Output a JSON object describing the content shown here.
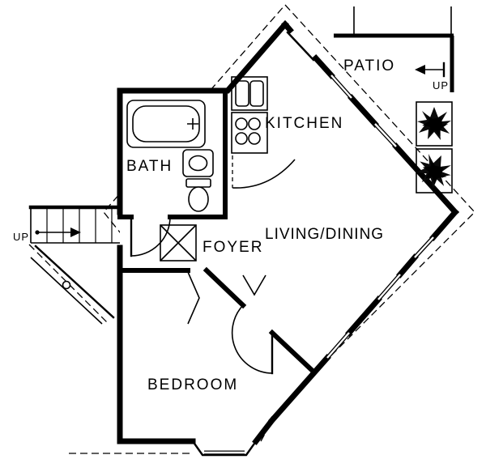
{
  "plan": {
    "rooms": {
      "patio": {
        "label": "PATIO"
      },
      "kitchen": {
        "label": "KITCHEN"
      },
      "bath": {
        "label": "BATH"
      },
      "foyer": {
        "label": "FOYER"
      },
      "living_dining": {
        "label": "LIVING/DINING"
      },
      "bedroom": {
        "label": "BEDROOM"
      }
    },
    "stairs": {
      "left": {
        "label": "UP"
      },
      "patio": {
        "label": "UP"
      }
    },
    "fixtures": [
      "bathtub",
      "bathroom-sink",
      "toilet",
      "kitchen-sink",
      "stove-burners",
      "kitchen-counter",
      "foyer-tile",
      "planter",
      "plants",
      "bay-window",
      "stairs",
      "door-swings",
      "windows",
      "roof-overhang-dashed-line"
    ],
    "colors": {
      "ink": "#000000",
      "paper": "#ffffff"
    }
  }
}
